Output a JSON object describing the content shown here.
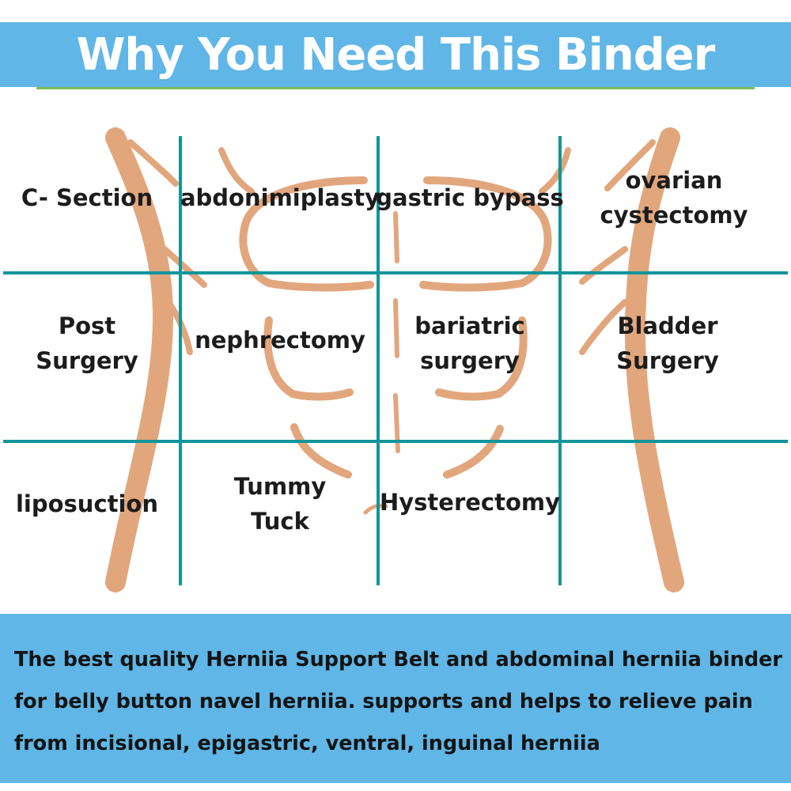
{
  "header": {
    "title": "Why You Need This Binder"
  },
  "colors": {
    "banner": "#60b6e6",
    "banner_underline": "#7cbf57",
    "grid_lines": "#11959a",
    "body_outline": "#e2a67d"
  },
  "grid": {
    "row1": {
      "c1": [
        "C- Section"
      ],
      "c2": [
        "abdonimiplasty"
      ],
      "c3": [
        "gastric bypass"
      ],
      "c4": [
        "ovarian",
        "cystectomy"
      ]
    },
    "row2": {
      "c1": [
        "Post",
        "Surgery"
      ],
      "c2": [
        "nephrectomy"
      ],
      "c3": [
        "bariatric",
        "surgery"
      ],
      "c4": [
        "Bladder",
        "Surgery"
      ]
    },
    "row3": {
      "c1": [
        "liposuction"
      ],
      "c2": [
        "Tummy",
        "Tuck"
      ],
      "c3": [
        "Hysterectomy"
      ]
    }
  },
  "footer": {
    "lines": [
      "The best quality Herniia Support Belt and abdominal herniia binder",
      "for belly button navel herniia. supports and helps to relieve pain",
      "from incisional, epigastric, ventral, inguinal herniia"
    ]
  }
}
